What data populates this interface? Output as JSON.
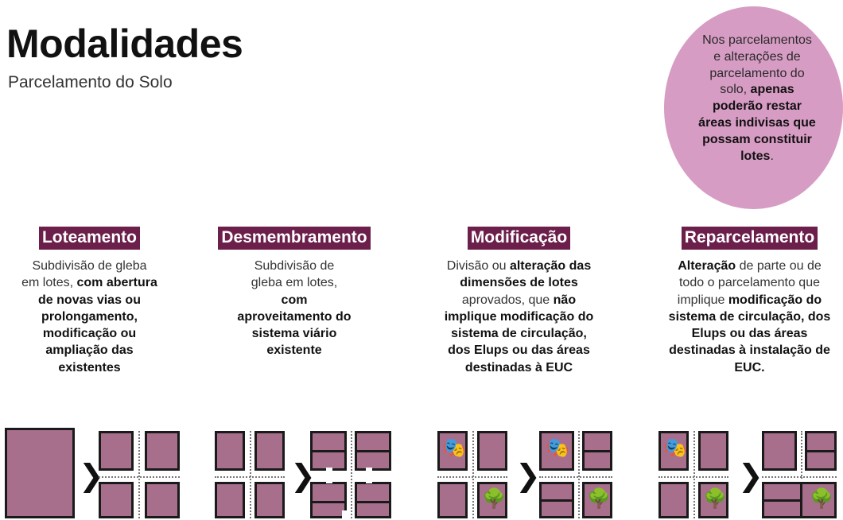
{
  "header": {
    "title": "Modalidades",
    "subtitle": "Parcelamento do Solo"
  },
  "note": {
    "lines": [
      {
        "t": "Nos parcelamentos",
        "b": false
      },
      {
        "t": "e alterações de",
        "b": false
      },
      {
        "t": "parcelamento do",
        "b": false
      },
      {
        "t": "solo, ",
        "b": false,
        "tail": "apenas"
      },
      {
        "t": "poderão restar",
        "b": true
      },
      {
        "t": "áreas indivisas que",
        "b": true
      },
      {
        "t": "possam constituir",
        "b": true
      },
      {
        "t": "lotes",
        "b": true,
        "tail": "."
      }
    ]
  },
  "modalities": [
    {
      "label": "Loteamento",
      "lines": [
        [
          [
            "Subdivisão de gleba",
            false
          ]
        ],
        [
          [
            "em lotes, ",
            false
          ],
          [
            "com abertura",
            true
          ]
        ],
        [
          [
            "de novas vias ou",
            true
          ]
        ],
        [
          [
            "prolongamento,",
            true
          ]
        ],
        [
          [
            "modificação ou",
            true
          ]
        ],
        [
          [
            "ampliação das",
            true
          ]
        ],
        [
          [
            "existentes",
            true
          ]
        ]
      ]
    },
    {
      "label": "Desmembramento",
      "lines": [
        [
          [
            "Subdivisão de",
            false
          ]
        ],
        [
          [
            "gleba em lotes,",
            false
          ]
        ],
        [
          [
            "com",
            true
          ]
        ],
        [
          [
            "aproveitamento do",
            true
          ]
        ],
        [
          [
            "sistema viário",
            true
          ]
        ],
        [
          [
            "existente",
            true
          ]
        ]
      ]
    },
    {
      "label": "Modificação",
      "lines": [
        [
          [
            "Divisão ou ",
            false
          ],
          [
            "alteração das",
            true
          ]
        ],
        [
          [
            "dimensões de lotes",
            true
          ]
        ],
        [
          [
            "aprovados, que ",
            false
          ],
          [
            "não",
            true
          ]
        ],
        [
          [
            "implique modificação do",
            true
          ]
        ],
        [
          [
            "sistema de circulação,",
            true
          ]
        ],
        [
          [
            "dos Elups ou das áreas",
            true
          ]
        ],
        [
          [
            "destinadas à EUC",
            true
          ]
        ]
      ]
    },
    {
      "label": "Reparcelamento",
      "lines": [
        [
          [
            "Alteração",
            true
          ],
          [
            " de parte ou de",
            false
          ]
        ],
        [
          [
            "todo o parcelamento que",
            false
          ]
        ],
        [
          [
            "implique ",
            false
          ],
          [
            "modificação do",
            true
          ]
        ],
        [
          [
            "sistema de circulação, dos",
            true
          ]
        ],
        [
          [
            "Elups ou das áreas",
            true
          ]
        ],
        [
          [
            "destinadas à instalação de",
            true
          ]
        ],
        [
          [
            "EUC.",
            true
          ]
        ]
      ]
    }
  ],
  "figures": {
    "arrow_glyph": "❯",
    "theater_icon": "🎭",
    "tree_icon": "🌳",
    "tile_color": "#a86f8d",
    "label_color": "#6b1f4a",
    "bubble_color": "#d79cc4"
  }
}
